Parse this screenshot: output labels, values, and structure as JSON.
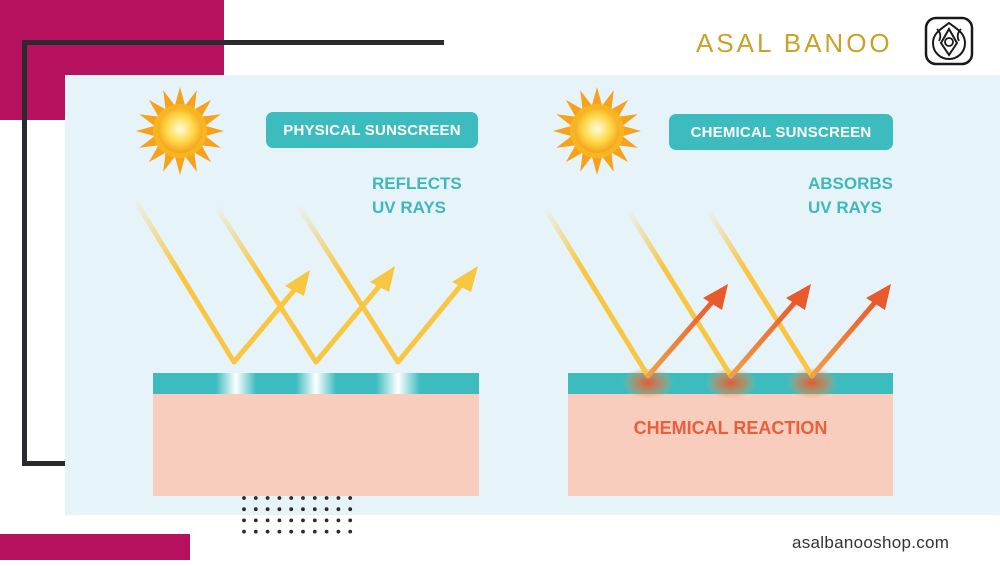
{
  "brand": {
    "name": "ASAL BANOO",
    "website": "asalbanooshop.com",
    "gold": "#c9a227"
  },
  "colors": {
    "magenta": "#b5115f",
    "frame": "#2b2a2f",
    "panel": "#e6f3f8",
    "teal": "#3dbcc0",
    "skin": "#f8cdbd",
    "ray_yellow": "#f9c642",
    "ray_red": "#e85a2c",
    "text_teal": "#3eb7bd",
    "text_red": "#e8603a"
  },
  "physical": {
    "title": "PHYSICAL SUNSCREEN",
    "action_line1": "REFLECTS",
    "action_line2": "UV RAYS",
    "icon": "sun-icon"
  },
  "chemical": {
    "title": "CHEMICAL SUNSCREEN",
    "action_line1": "ABSORBS",
    "action_line2": "UV RAYS",
    "reaction": "CHEMICAL REACTION",
    "icon": "sun-icon"
  }
}
